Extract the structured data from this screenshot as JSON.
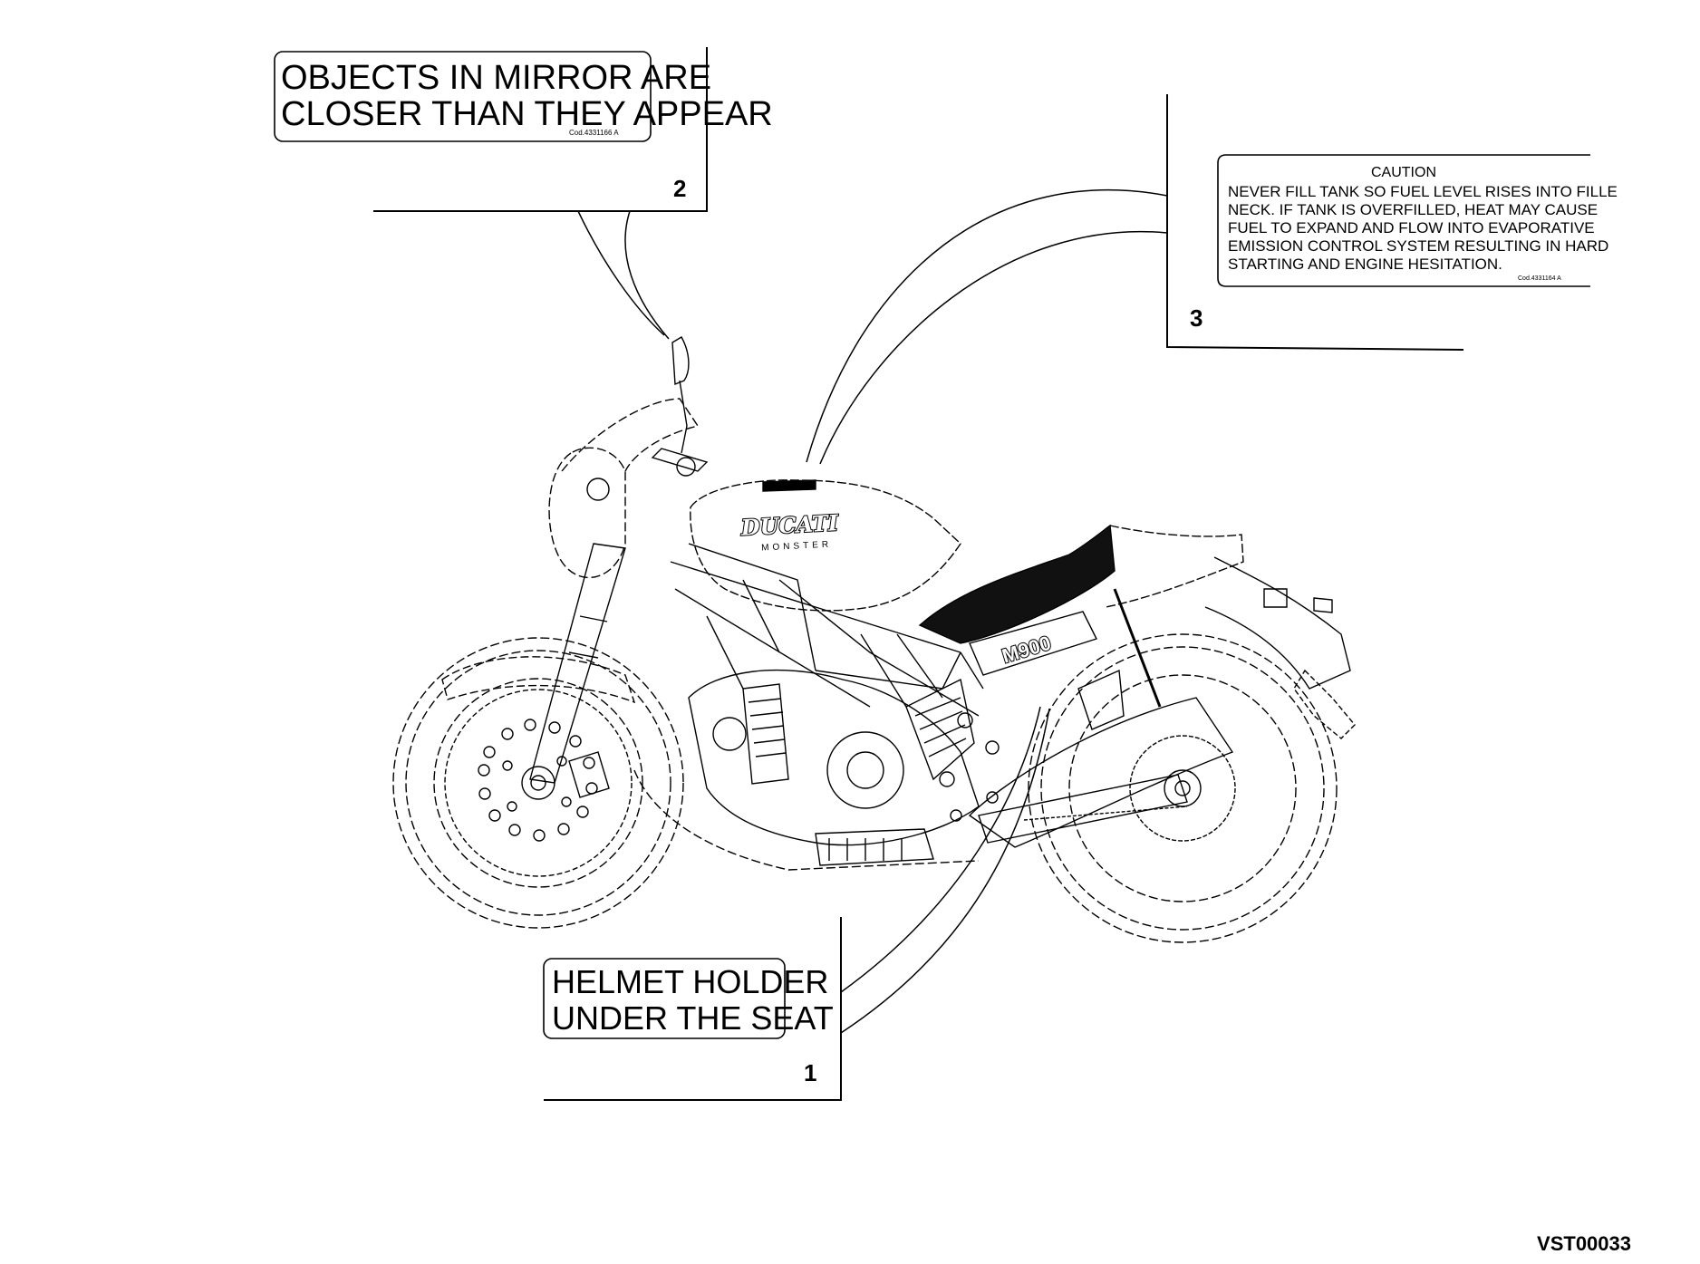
{
  "decals": {
    "mirror": {
      "line1": "OBJECTS IN MIRROR ARE",
      "line2": "CLOSER THAN THEY APPEAR",
      "code": "Cod.4331166 A"
    },
    "caution": {
      "title": "CAUTION",
      "lines": [
        "NEVER FILL TANK SO FUEL LEVEL RISES INTO FILLE",
        "NECK. IF TANK IS OVERFILLED, HEAT MAY CAUSE",
        "FUEL TO EXPAND AND FLOW INTO EVAPORATIVE",
        "EMISSION CONTROL SYSTEM RESULTING IN HARD",
        "STARTING AND ENGINE HESITATION."
      ],
      "code": "Cod.4331164 A"
    },
    "helmet": {
      "line1": "HELMET HOLDER",
      "line2": "UNDER THE SEAT"
    }
  },
  "callouts": {
    "one": "1",
    "two": "2",
    "three": "3"
  },
  "bike": {
    "tank_brand": "DUCATI",
    "tank_model": "MONSTER",
    "side_badge": "M900"
  },
  "figure_code": "VST00033",
  "colors": {
    "ink": "#000000",
    "paper": "#ffffff",
    "seat": "#111111"
  }
}
